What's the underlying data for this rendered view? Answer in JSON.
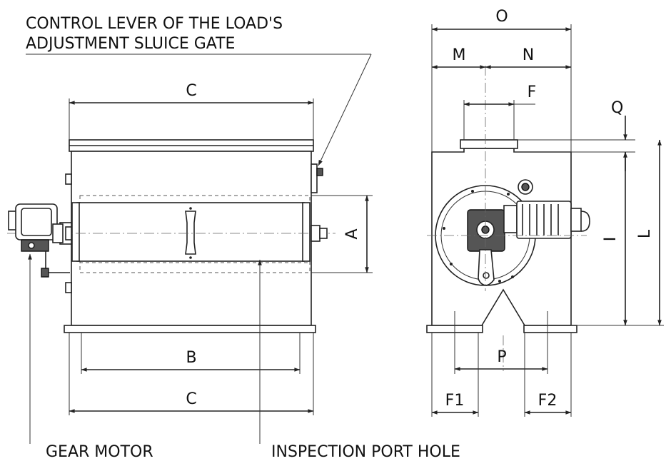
{
  "callouts": {
    "lever_line1": "CONTROL LEVER OF THE LOAD'S",
    "lever_line2": "ADJUSTMENT SLUICE GATE",
    "gear_motor": "GEAR MOTOR",
    "inspection": "INSPECTION PORT HOLE"
  },
  "dimensions": {
    "c_top": "C",
    "c_bottom": "C",
    "b": "B",
    "a": "A",
    "o": "O",
    "m": "M",
    "n": "N",
    "f": "F",
    "q": "Q",
    "i": "I",
    "l": "L",
    "p": "P",
    "f1": "F1",
    "f2": "F2"
  }
}
